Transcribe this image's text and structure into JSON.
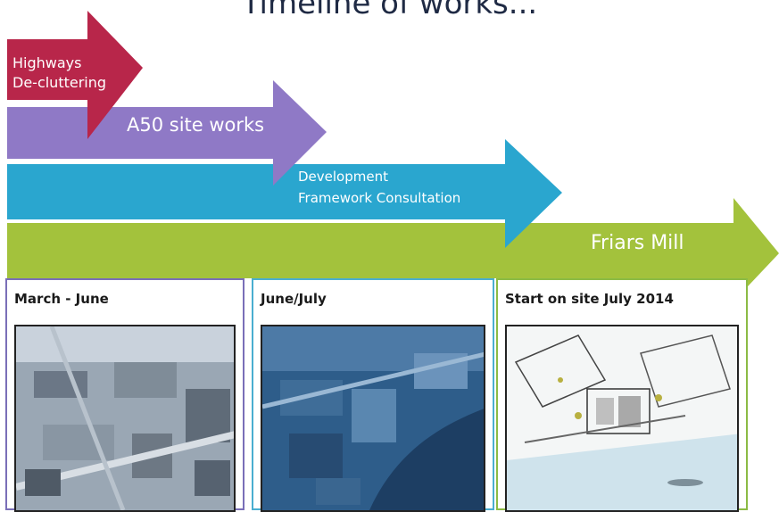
{
  "title": "Timeline of works...",
  "arrows": [
    {
      "id": "highways",
      "lines": [
        "Highways",
        "De-cluttering"
      ],
      "color": "#b8264a"
    },
    {
      "id": "a50",
      "lines": [
        "A50 site works"
      ],
      "color": "#8f79c6"
    },
    {
      "id": "development",
      "lines": [
        "Development",
        "Framework Consultation"
      ],
      "color": "#2aa6cf"
    },
    {
      "id": "friars",
      "lines": [
        "Friars Mill"
      ],
      "color": "#a3c23c"
    }
  ],
  "panels": [
    {
      "label": "March - June",
      "border_color": "#7a6fb8"
    },
    {
      "label": "June/July",
      "border_color": "#4aaed0"
    },
    {
      "label": "Start on site July 2014",
      "border_color": "#8cbb45"
    }
  ]
}
